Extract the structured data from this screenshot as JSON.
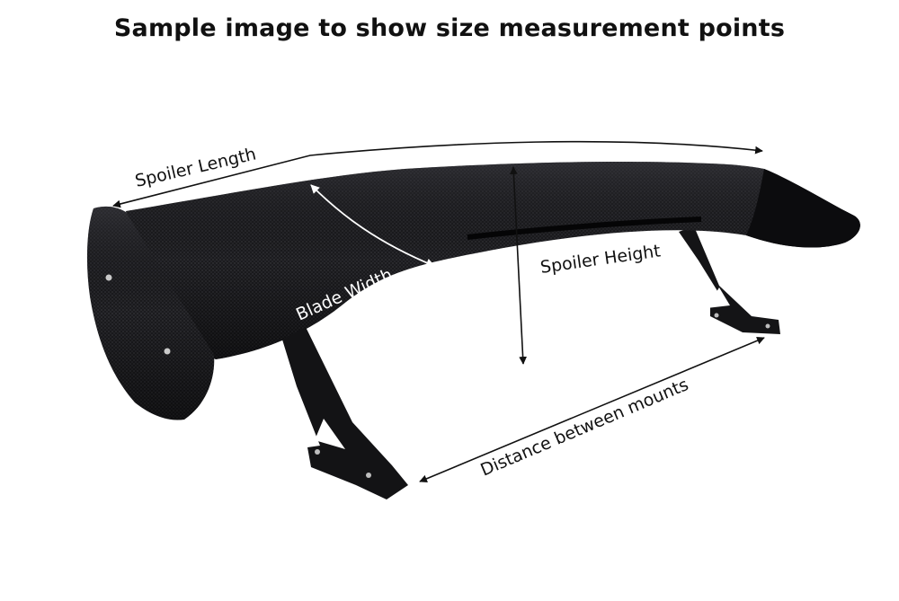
{
  "title": "Sample image to show size measurement points",
  "labels": {
    "spoiler_length": "Spoiler Length",
    "blade_width": "Blade Width",
    "spoiler_height": "Spoiler Height",
    "mount_distance": "Distance between mounts"
  },
  "colors": {
    "background": "#ffffff",
    "text": "#111111",
    "arrow": "#111111",
    "carbon": "#1a1a1c",
    "label_on_dark": "#ffffff"
  }
}
